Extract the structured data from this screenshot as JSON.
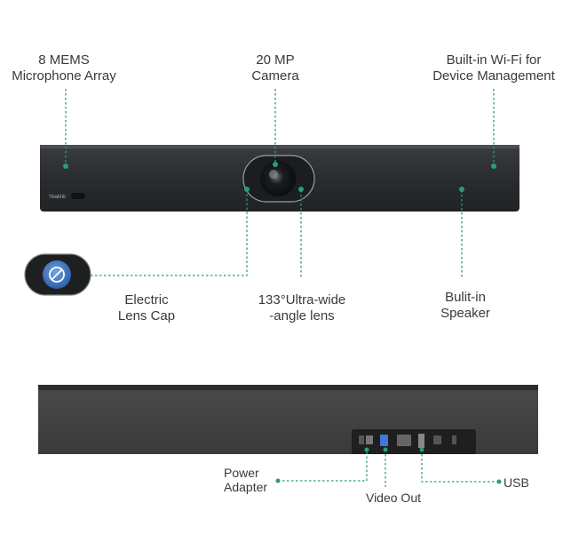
{
  "labels": {
    "mic": {
      "line1": "8 MEMS",
      "line2": "Microphone Array"
    },
    "camera": {
      "line1": "20 MP",
      "line2": "Camera"
    },
    "wifi": {
      "line1": "Built-in Wi-Fi for",
      "line2": "Device Management"
    },
    "lens_cap": {
      "line1": "Electric",
      "line2": "Lens Cap"
    },
    "lens": {
      "line1": "133°Ultra-wide",
      "line2": "-angle lens"
    },
    "speaker": {
      "line1": "Bulit-in",
      "line2": "Speaker"
    },
    "power": {
      "line1": "Power",
      "line2": "Adapter"
    },
    "video_out": "Video Out",
    "usb": "USB"
  },
  "brand_logo": "Yealink",
  "colors": {
    "accent": "#2a9d78",
    "device_body": "#2b2e30",
    "device_back": "#3a3a3a",
    "text": "#3a3a3a"
  }
}
